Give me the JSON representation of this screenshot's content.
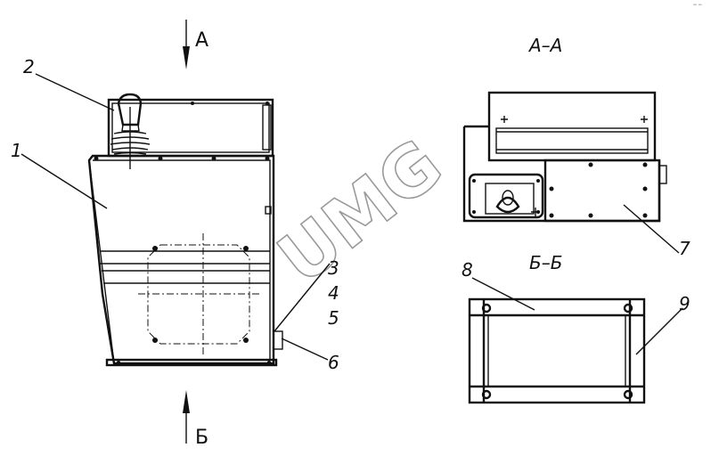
{
  "watermark": "UMG",
  "corner_mark": "ᵃᵇ ᵃᵃ",
  "view_arrows": {
    "top": "A",
    "bottom": "Б"
  },
  "section_titles": {
    "aa": "A–A",
    "bb": "Б–Б"
  },
  "callouts": [
    "1",
    "2",
    "3",
    "4",
    "5",
    "6",
    "7",
    "8",
    "9"
  ]
}
